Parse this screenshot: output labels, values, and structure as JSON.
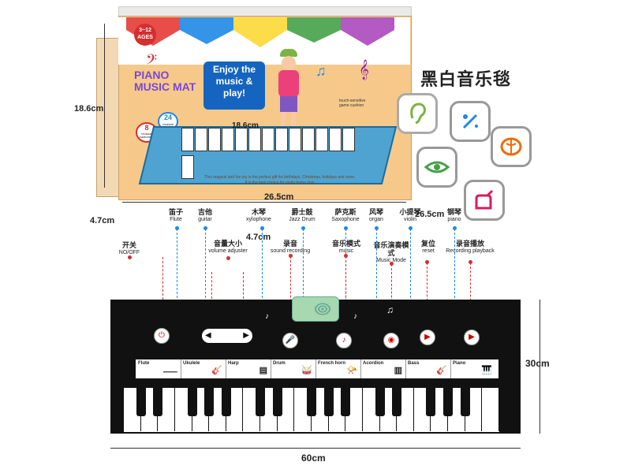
{
  "box": {
    "age": "3~12 AGES",
    "title_line1": "PIANO",
    "title_line2": "MUSIC MAT",
    "enjoy": "Enjoy the music & play!",
    "keys_count": "24",
    "keys_text": "musical keys",
    "instr_count": "8",
    "instr_text": "musical instrument",
    "touch_note": "touch-sensitive game cushion",
    "bottom_text_1": "This magical and fun toy is the perfect gift for birthdays, Christmas, holidays and more.",
    "bottom_text_2": "It is the best choice for study home play."
  },
  "page": {
    "title": "黑白音乐毯"
  },
  "dimensions": {
    "box_height": "18.6cm",
    "box_depth": "4.7cm",
    "box_width": "26.5cm",
    "mat_on_box": "18.6cm",
    "right_depth": "4.7cm",
    "right_width": "26.5cm",
    "mat_width": "60cm",
    "mat_height": "30cm"
  },
  "callouts": [
    {
      "cn": "笛子",
      "en": "Flute"
    },
    {
      "cn": "吉他",
      "en": "guitar"
    },
    {
      "cn": "木琴",
      "en": "xylophone"
    },
    {
      "cn": "爵士鼓",
      "en": "Jazz Drum"
    },
    {
      "cn": "萨克斯",
      "en": "Saxophone"
    },
    {
      "cn": "风琴",
      "en": "organ"
    },
    {
      "cn": "小提琴",
      "en": "violin"
    },
    {
      "cn": "钢琴",
      "en": "piano"
    },
    {
      "cn": "开关",
      "en": "NO/OFF"
    },
    {
      "cn": "音量大小",
      "en": "volume adjuster"
    },
    {
      "cn": "录音",
      "en": "sound recording"
    },
    {
      "cn": "音乐模式",
      "en": "music"
    },
    {
      "cn": "音乐演奏模式",
      "en": "Music Mode"
    },
    {
      "cn": "复位",
      "en": "reset"
    },
    {
      "cn": "录音播放",
      "en": "Recording playback"
    }
  ],
  "tools": [
    "Flute",
    "Ukulele",
    "Harp",
    "Drum",
    "French horn",
    "Acordion",
    "Bass",
    "Piano"
  ],
  "features": [
    "ear-icon",
    "magic-wand-icon",
    "brain-icon",
    "eye-icon",
    "hand-icon"
  ],
  "colors": {
    "accent": "#d32f2f",
    "guide": "#1e88e5",
    "panel": "#111111"
  }
}
